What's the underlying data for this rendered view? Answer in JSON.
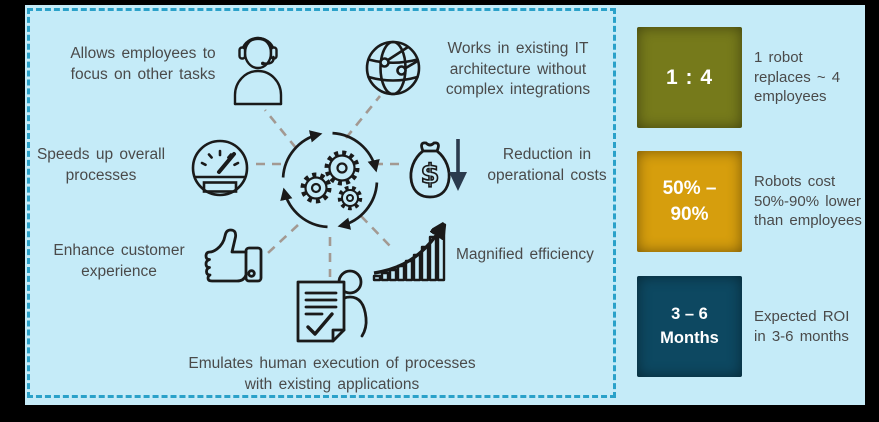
{
  "diagram": {
    "hub_icon": "gears-cycle",
    "benefits": [
      {
        "label": "Allows employees to focus on other tasks",
        "icon": "headset-agent"
      },
      {
        "label": "Works in existing IT architecture without complex integrations",
        "icon": "globe-network"
      },
      {
        "label": "Speeds up overall processes",
        "icon": "speedometer"
      },
      {
        "label": "Reduction in operational costs",
        "icon": "money-bag-down-arrow"
      },
      {
        "label": "Enhance customer experience",
        "icon": "thumbs-up"
      },
      {
        "label": "Magnified efficiency",
        "icon": "growth-bar-chart"
      },
      {
        "label": "Emulates human execution of processes with existing applications",
        "icon": "document-checklist-person"
      }
    ]
  },
  "stats": {
    "items": [
      {
        "value": "1 : 4",
        "description": "1 robot replaces ~ 4 employees",
        "color": "#767a1b"
      },
      {
        "value": "50% – 90%",
        "description": "Robots cost 50%-90% lower than employees",
        "color": "#d69e0d"
      },
      {
        "value": "3 – 6 Months",
        "description": "Expected ROI in 3-6 months",
        "color": "#0d4861"
      }
    ]
  },
  "colors": {
    "outer_background": "#000000",
    "panel_background": "#c5ebf8",
    "panel_border": "#2aa1c9",
    "connector_dash": "#a39992",
    "text": "#4a4a4a",
    "icon_stroke": "#1a1a1a",
    "cost_arrow": "#2b3b4e"
  }
}
